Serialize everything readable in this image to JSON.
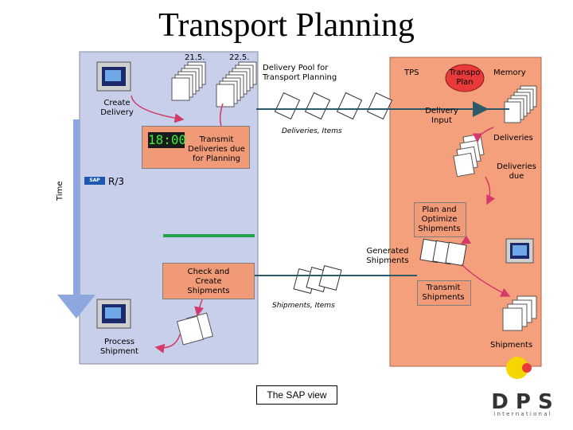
{
  "title": "Transport Planning",
  "left_area": {
    "dates": [
      "21.5.",
      "22.5."
    ],
    "create_delivery": "Create\nDelivery",
    "clock_display": "18:00",
    "transmit_deliveries": "Transmit\nDeliveries due\nfor Planning",
    "r3_label": "R/3",
    "sap_badge": "SAP",
    "check_create": "Check and\nCreate\nShipments",
    "process_shipment": "Process\nShipment",
    "time_label": "Time"
  },
  "middle": {
    "delivery_pool": "Delivery Pool for\nTransport Planning",
    "deliveries_items": "Deliveries, Items",
    "generated_shipments": "Generated\nShipments",
    "shipments_items": "Shipments, Items",
    "sap_view": "The SAP view"
  },
  "right_area": {
    "tps": "TPS",
    "transport_plan": "Transpo\nPlan",
    "memory": "Memory",
    "delivery_input": "Delivery\nInput",
    "deliveries": "Deliveries",
    "deliveries_due": "Deliveries\ndue",
    "plan_optimize": "Plan and\nOptimize\nShipments",
    "transmit_shipments": "Transmit\nShipments",
    "shipments": "Shipments"
  },
  "logo": {
    "name": "DPS",
    "tagline": "international"
  },
  "colors": {
    "left_panel": "#c7cfea",
    "right_panel": "#f4a07c",
    "process_box": "#f09a78",
    "green_bar": "#22a64a",
    "arrow_red": "#d33a6a",
    "time_arrow": "#8ea7de",
    "plan_circle": "#e83a3a"
  }
}
